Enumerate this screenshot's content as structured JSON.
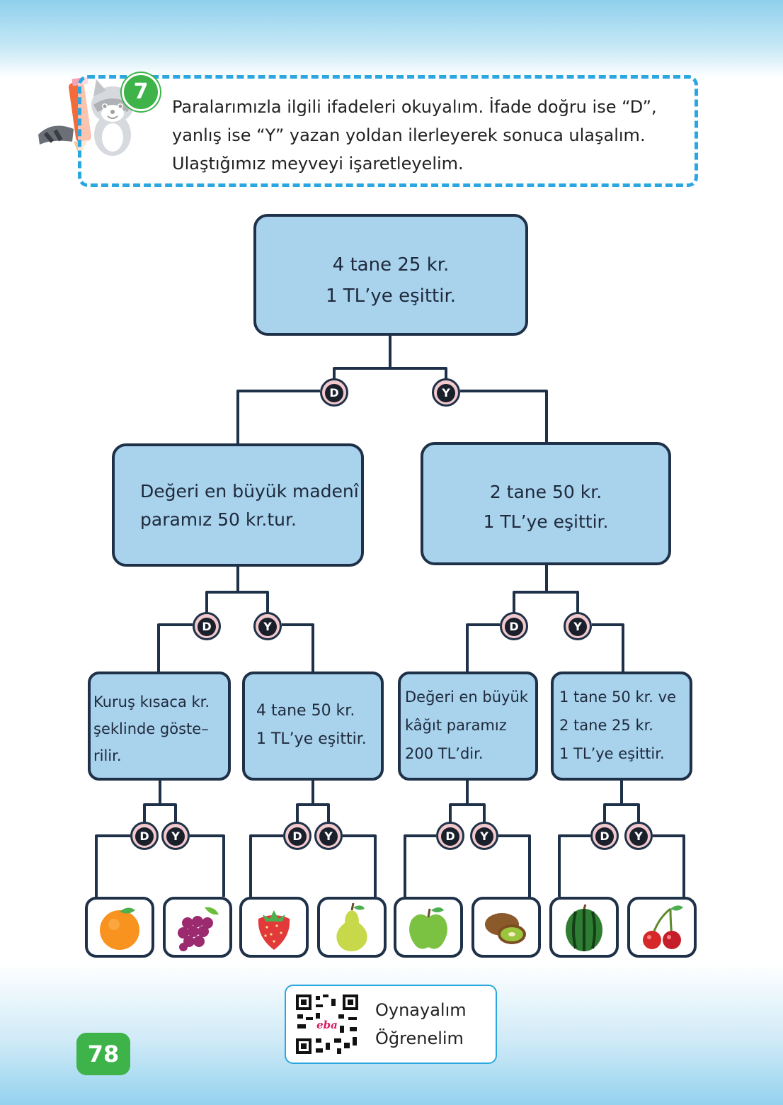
{
  "activity": {
    "number": "7",
    "instruction_lines": [
      "Paralarımızla ilgili ifadeleri okuyalım. İfade doğru ise “D”,",
      "yanlış ise “Y” yazan yoldan ilerleyerek sonuca ulaşalım.",
      "Ulaştığımız meyveyi işaretleyelim."
    ]
  },
  "tree": {
    "root": [
      "4 tane 25 kr.",
      "1 TL’ye eşittir."
    ],
    "level2": [
      [
        "Değeri en büyük madenî",
        "paramız 50 kr.tur."
      ],
      [
        "2 tane 50 kr.",
        "1 TL’ye eşittir."
      ]
    ],
    "level3": [
      [
        "Kuruş kısaca kr.",
        "şeklinde göste–",
        "rilir."
      ],
      [
        "4 tane 50 kr.",
        "1 TL’ye eşittir."
      ],
      [
        "Değeri en büyük",
        "kâğıt paramız",
        "200 TL’dir."
      ],
      [
        "1 tane 50 kr. ve",
        "2 tane 25 kr.",
        "1 TL’ye eşittir."
      ]
    ],
    "choice_true": "D",
    "choice_false": "Y"
  },
  "fruits": [
    "orange-icon",
    "grapes-icon",
    "strawberry-icon",
    "pear-icon",
    "apple-icon",
    "kiwi-icon",
    "watermelon-icon",
    "cherry-icon"
  ],
  "qr": {
    "logo": "eba",
    "lines": [
      "Oynayalım",
      "Öğrenelim"
    ]
  },
  "page_number": "78",
  "colors": {
    "node_fill": "#a9d2ec",
    "node_border": "#1e3148",
    "choice_fill": "#f2c9cc",
    "accent_blue": "#2aa7e0",
    "accent_green": "#3db34a"
  }
}
